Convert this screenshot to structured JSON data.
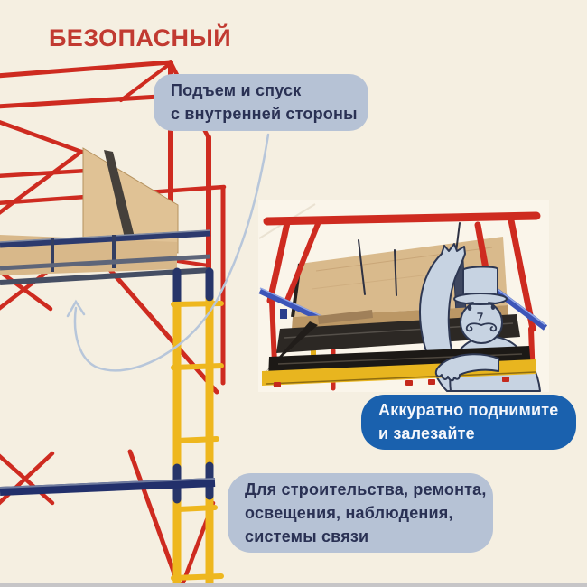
{
  "poster": {
    "background_color": "#f5efe1",
    "title": {
      "text": "БЕЗОПАСНЫЙ",
      "color": "#c13a31"
    },
    "callouts": [
      {
        "id": "inner-access",
        "lines": [
          "Подъем и спуск",
          "с внутренней стороны"
        ],
        "background": "#b6c2d5",
        "text_color": "#2a3154"
      },
      {
        "id": "climb-carefully",
        "lines": [
          "Аккуратно поднимите",
          "и залезайте"
        ],
        "background": "#1a61ae",
        "text_color": "#f5f7fb"
      },
      {
        "id": "use-cases",
        "lines": [
          "Для строительства, ремонта,",
          "освещения, наблюдения,",
          "системы связи"
        ],
        "background": "#b6c2d5",
        "text_color": "#2a3154"
      }
    ],
    "illustration": {
      "left_photo": "scaffold-tower",
      "inset_photo": "platform-close-up",
      "mascot": "cat-in-top-hat",
      "colors": {
        "frame_red": "#ce2b20",
        "rail_navy": "#2c3a6e",
        "ladder_yellow": "#eeb71e",
        "plywood_tan": "#d9ba8c",
        "mascot_fill": "#c7d3e2",
        "mascot_outline": "#2e3853",
        "arrow_line": "#b7c6da"
      }
    }
  }
}
